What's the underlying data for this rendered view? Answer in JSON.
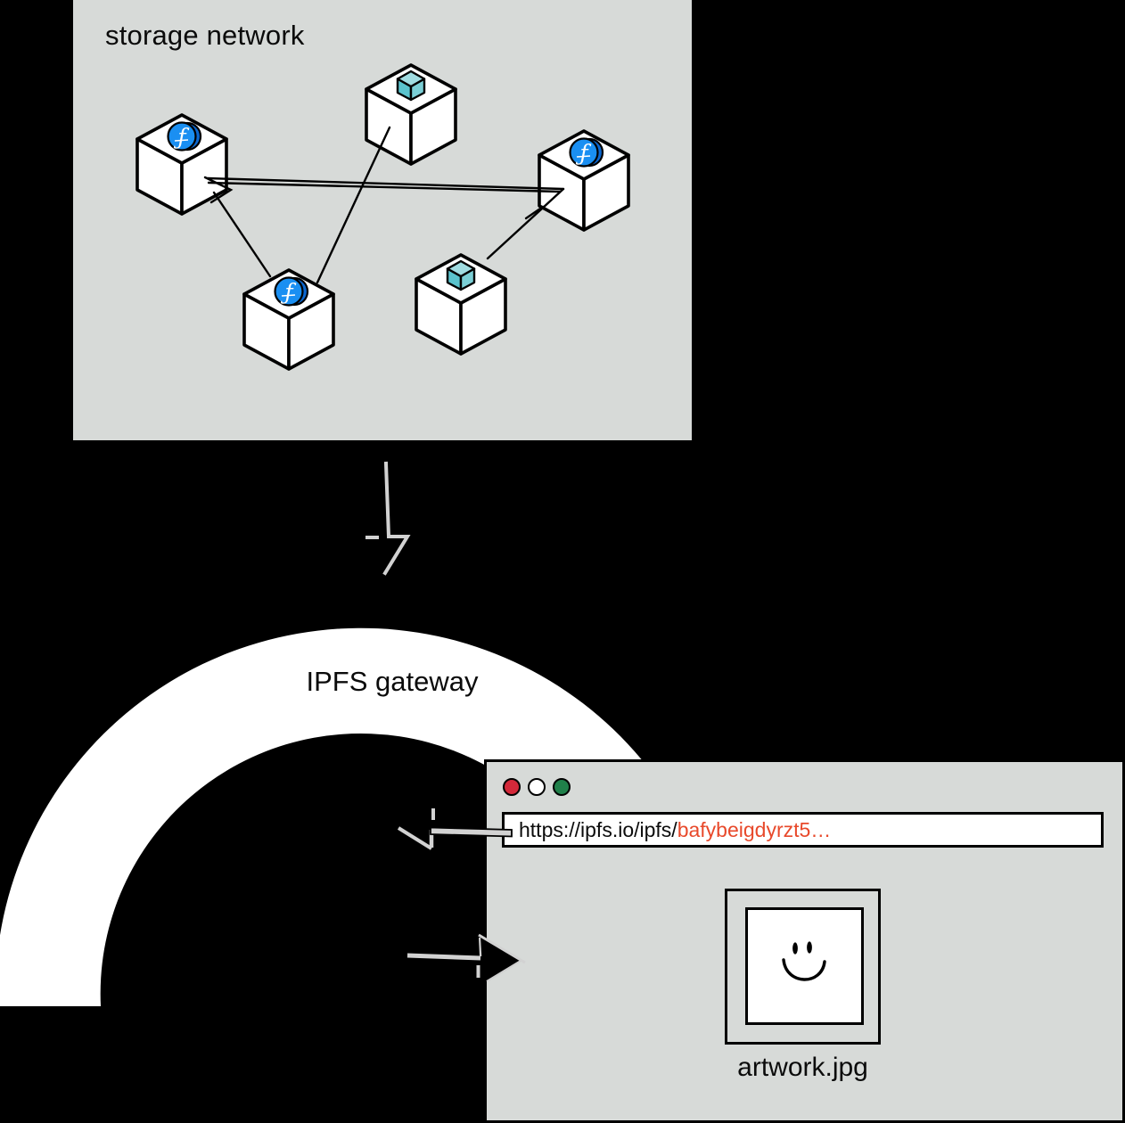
{
  "storage_network": {
    "title": "storage network",
    "nodes": [
      {
        "id": "node-1",
        "type": "filecoin-miner",
        "icon": "filecoin-logo-icon"
      },
      {
        "id": "node-2",
        "type": "ipfs-block",
        "icon": "ipfs-cube-icon"
      },
      {
        "id": "node-3",
        "type": "filecoin-miner",
        "icon": "filecoin-logo-icon"
      },
      {
        "id": "node-4",
        "type": "filecoin-miner",
        "icon": "filecoin-logo-icon"
      },
      {
        "id": "node-5",
        "type": "ipfs-block",
        "icon": "ipfs-cube-icon"
      }
    ],
    "connections": [
      [
        "node-1",
        "node-3"
      ],
      [
        "node-1",
        "node-4"
      ],
      [
        "node-2",
        "node-4"
      ],
      [
        "node-3",
        "node-5"
      ]
    ]
  },
  "gateway": {
    "label": "IPFS gateway"
  },
  "browser": {
    "traffic_lights": [
      {
        "name": "close",
        "color": "#d3293a"
      },
      {
        "name": "minimize",
        "color": "#ffffff"
      },
      {
        "name": "zoom",
        "color": "#20804a"
      }
    ],
    "address_bar": {
      "url_prefix": "https://ipfs.io/ipfs/",
      "url_cid": "bafybeigdyrzt5…"
    },
    "content": {
      "image": "smiley-face",
      "artwork_label": "artwork.jpg"
    }
  },
  "icons": {
    "filecoin_glyph": "ƒ"
  },
  "colors": {
    "background": "#000000",
    "panel_gray": "#d7dad8",
    "cid_accent": "#e8492b",
    "filecoin_blue": "#1a8ff2",
    "filecoin_blue_dark": "#0b67cf",
    "ipfs_teal": "#5ac3cd",
    "arrow_gray": "#d2d2d2"
  }
}
